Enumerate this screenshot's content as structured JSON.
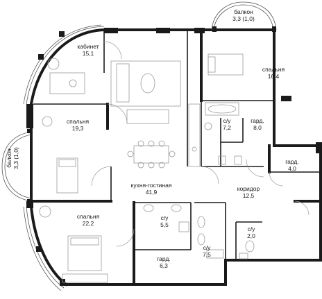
{
  "rooms": {
    "balcony_top": {
      "name": "балкон",
      "area": "3,3 (1,0)"
    },
    "cabinet": {
      "name": "кабинет",
      "area": "15,1"
    },
    "bedroom_ne": {
      "name": "спальня",
      "area": "16,4"
    },
    "bedroom_w": {
      "name": "спальня",
      "area": "19,3"
    },
    "bath_1": {
      "name": "с/у",
      "area": "7,2"
    },
    "wardrobe_1": {
      "name": "гард.",
      "area": "8,0"
    },
    "balcony_left": {
      "name": "балкон",
      "area": "3,3 (1,0)"
    },
    "wardrobe_2": {
      "name": "гард.",
      "area": "4,0"
    },
    "kitchen_living": {
      "name": "кухня-гостиная",
      "area": "41,9"
    },
    "corridor": {
      "name": "коридор",
      "area": "12,5"
    },
    "bedroom_s": {
      "name": "спальня",
      "area": "22,2"
    },
    "bath_2": {
      "name": "с/у",
      "area": "5,5"
    },
    "bath_3": {
      "name": "с/у",
      "area": "2,0"
    },
    "bath_4": {
      "name": "с/у",
      "area": "7,5"
    },
    "wardrobe_3": {
      "name": "гард.",
      "area": "6,3"
    }
  },
  "colors": {
    "wall": "#1a1a1a",
    "furniture": "#9a9a9a",
    "background": "#ffffff"
  }
}
